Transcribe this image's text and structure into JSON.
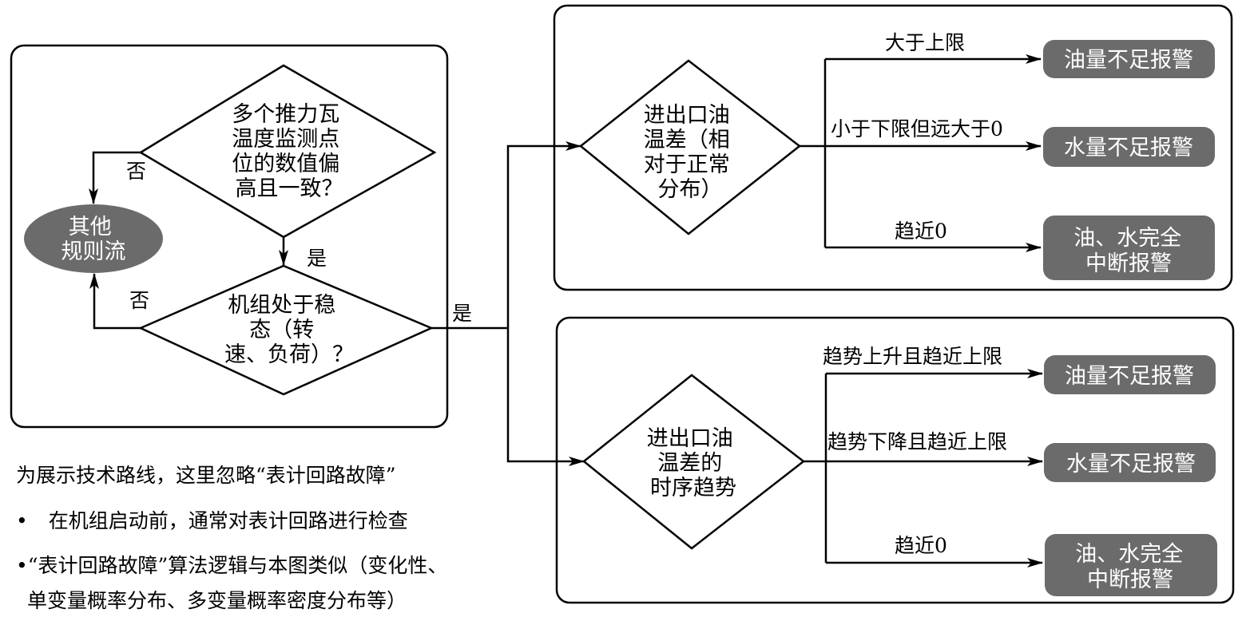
{
  "left_panel": {
    "decision1": [
      "多个推力瓦",
      "温度监测点",
      "位的数值偏",
      "高且一致？"
    ],
    "decision2": [
      "机组处于稳",
      "态（转",
      "速、负荷）？"
    ],
    "other_rules": [
      "其他",
      "规则流"
    ],
    "label_no_1": "否",
    "label_no_2": "否",
    "label_yes_1": "是"
  },
  "connector": {
    "label_yes": "是"
  },
  "top_panel": {
    "decision": [
      "进出口油",
      "温差（相",
      "对于正常",
      "分布）"
    ],
    "branches": [
      {
        "condition": "大于上限",
        "result": [
          "油量不足报警"
        ]
      },
      {
        "condition": "小于下限但远大于0",
        "result": [
          "水量不足报警"
        ]
      },
      {
        "condition": "趋近0",
        "result": [
          "油、水完全",
          "中断报警"
        ]
      }
    ]
  },
  "bottom_panel": {
    "decision": [
      "进出口油",
      "温差的",
      "时序趋势"
    ],
    "branches": [
      {
        "condition": "趋势上升且趋近上限",
        "result": [
          "油量不足报警"
        ]
      },
      {
        "condition": "趋势下降且趋近上限",
        "result": [
          "水量不足报警"
        ]
      },
      {
        "condition": "趋近0",
        "result": [
          "油、水完全",
          "中断报警"
        ]
      }
    ]
  },
  "notes": {
    "heading": "为展示技术路线，这里忽略“表计回路故障”",
    "bullets": [
      "在机组启动前，通常对表计回路进行检查",
      "“表计回路故障”算法逻辑与本图类似（变化性、",
      "单变量概率分布、多变量概率密度分布等）"
    ],
    "bullet_glyph": "•"
  },
  "colors": {
    "terminal_fill": "#6b6b6b",
    "line": "#000000",
    "background": "#ffffff"
  }
}
